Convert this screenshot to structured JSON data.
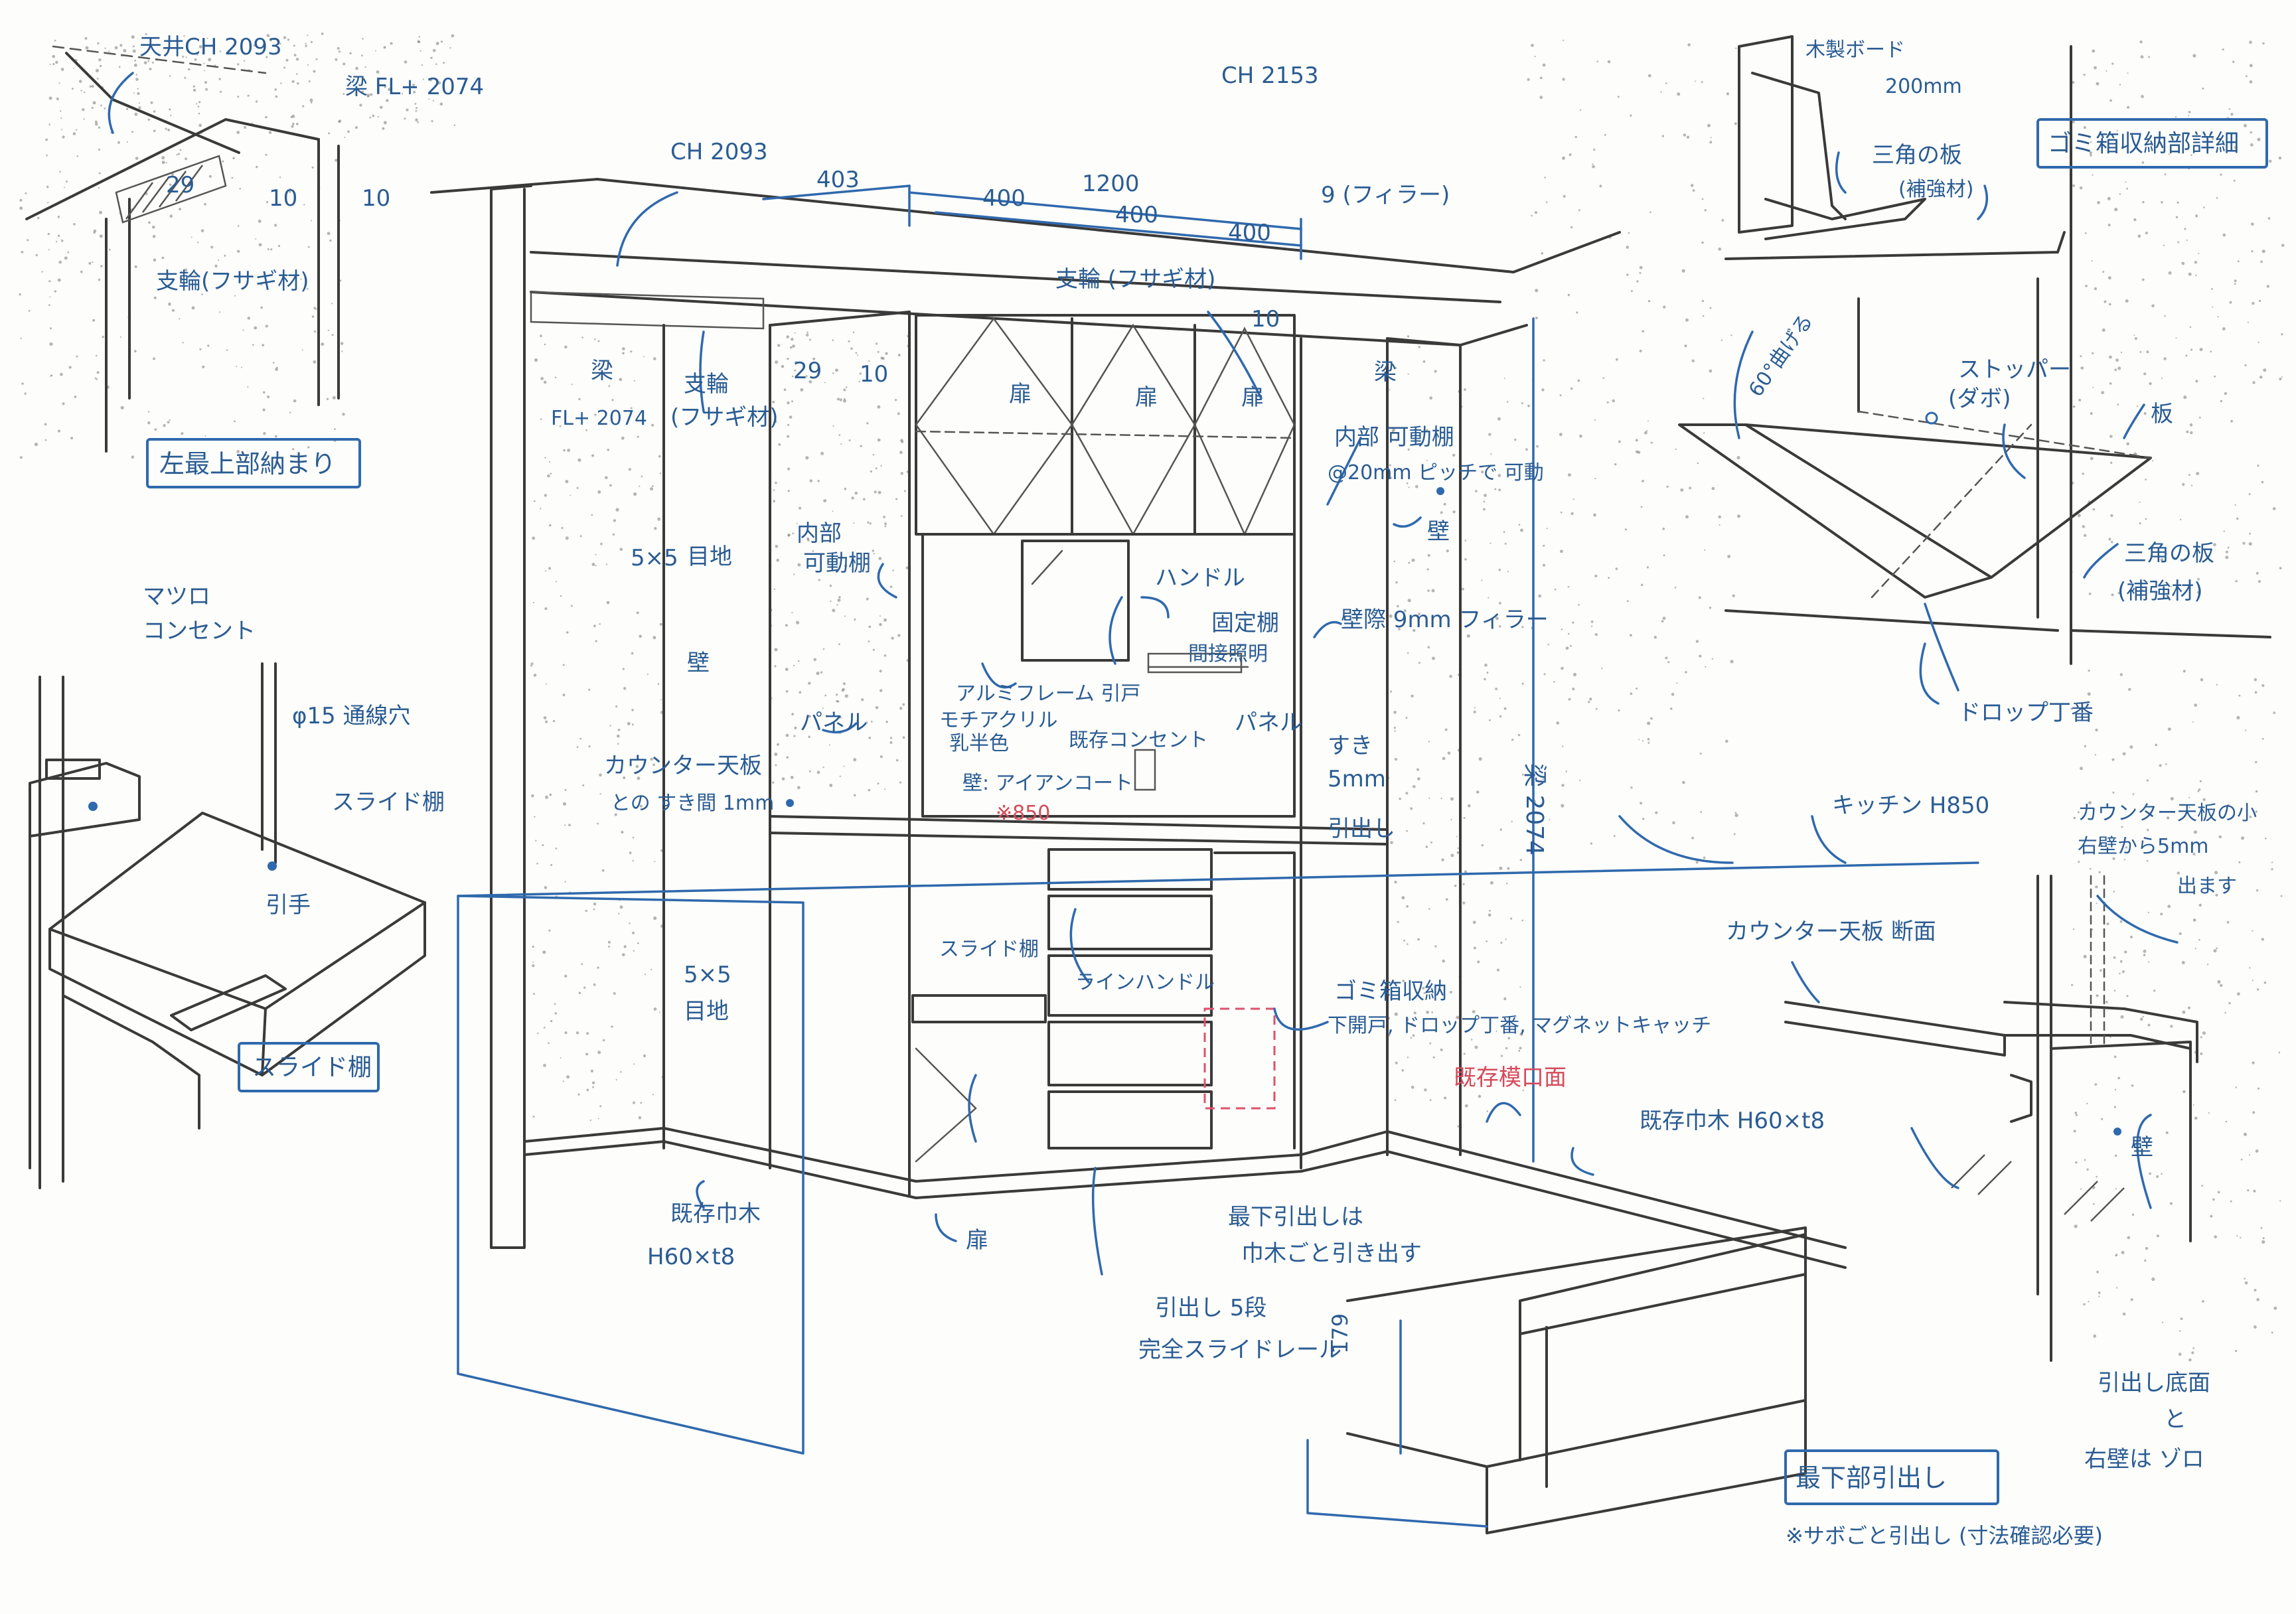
{
  "labels": {
    "ceiling_top_left": "天井CH 2093",
    "beam_top_left": "梁 FL+ 2074",
    "dim_29_a": "29",
    "dim_10_a": "10",
    "dim_10_b": "10",
    "support_top_left": "支輪(フサギ材)",
    "caption_top_left": "左最上部納まり",
    "outlet_line1": "マツロ",
    "outlet_line2": "コンセント",
    "cable_hole": "φ15 通線穴",
    "slide_shelf": "スライド棚",
    "pull": "引手",
    "caption_slide": "スライド棚",
    "ch_2153": "CH 2153",
    "ch_2093": "CH 2093",
    "dim_403": "403",
    "dim_1200": "1200",
    "dim_400_a": "400",
    "dim_400_b": "400",
    "dim_400_c": "400",
    "dim_9_filler": "9 (フィラー)",
    "support_top": "支輪 (フサギ材)",
    "dim_10_c": "10",
    "dim_29_b": "29",
    "dim_10_d": "10",
    "beam_main": "梁",
    "beam_fl": "FL+ 2074",
    "support_mid_1": "支輪",
    "support_mid_2": "(フサギ材)",
    "beam_right": "梁",
    "door_1": "扉",
    "door_2": "扉",
    "door_3": "扉",
    "movable_shelf_1": "内部 可動棚",
    "movable_shelf_2": "@20mm ピッチで 可動",
    "wall_right": "壁",
    "inner_shelf_1": "内部",
    "inner_shelf_2": "可動棚",
    "base_5x5_top_1": "5×5",
    "base_5x5_top_2": "目地",
    "handle": "ハンドル",
    "fixed_shelf": "固定棚",
    "indirect_light": "間接照明",
    "wall_gap": "壁際 9mm フィラー",
    "wall_left": "壁",
    "alu_frame_1": "アルミフレーム 引戸",
    "alu_frame_2": "モチアクリル",
    "alu_frame_3": "乳半色",
    "panel_left": "パネル",
    "panel_right": "パネル",
    "outlet_mid": "既存コンセント",
    "counter_gap_1": "カウンター天板",
    "counter_gap_2": "との すき間 1mm",
    "wall_iron": "壁: アイアンコート",
    "red_850": "※850",
    "gap_5mm_1": "すき",
    "gap_5mm_2": "5mm",
    "drawer_label": "引出し",
    "height_2074": "梁 2074",
    "kitchen_h850": "キッチン H850",
    "slide_shelf_mid": "スライド棚",
    "line_handle": "ラインハンドル",
    "base_5x5_low_1": "5×5",
    "base_5x5_low_2": "目地",
    "trash_1": "ゴミ箱収納",
    "trash_2": "下開戸, ドロップ丁番, マグネットキャッチ",
    "existing_outlet_red": "既存模口面",
    "skirting_right": "既存巾木 H60×t8",
    "skirting_left_1": "既存巾木",
    "skirting_left_2": "H60×t8",
    "door_bottom": "扉",
    "bottom_drawer_1": "最下引出しは",
    "bottom_drawer_2": "巾木ごと引き出す",
    "drawers_5_1": "引出し 5段",
    "drawers_5_2": "完全スライドレール",
    "wood_200": "木製ボード",
    "wood_200_b": "200mm",
    "triangle_top_1": "三角の板",
    "triangle_top_2": "(補強材)",
    "caption_trash_detail": "ゴミ箱収納部詳細",
    "angle_60": "60°曲げる",
    "stopper_1": "ストッパー",
    "stopper_2": "(ダボ)",
    "plate": "板",
    "triangle_bottom_1": "三角の板",
    "triangle_bottom_2": "(補強材)",
    "drop_hinge": "ドロップ丁番",
    "counter_section": "カウンター天板 断面",
    "counter_edge_1": "カウンター天板の小",
    "counter_edge_2": "右壁から5mm",
    "counter_edge_3": "出ます",
    "wall_detail": "壁",
    "height_179": "179",
    "side_bottom_1": "引出し底面",
    "side_bottom_2": "と",
    "side_bottom_3": "右壁は ゾロ",
    "caption_bottom_drawer": "最下部引出し",
    "note_bottom": "※サボごと引出し (寸法確認必要)"
  },
  "colors": {
    "ink": "#3a3a3a",
    "annotation": "#2a5c93",
    "red": "#d64a5a"
  }
}
